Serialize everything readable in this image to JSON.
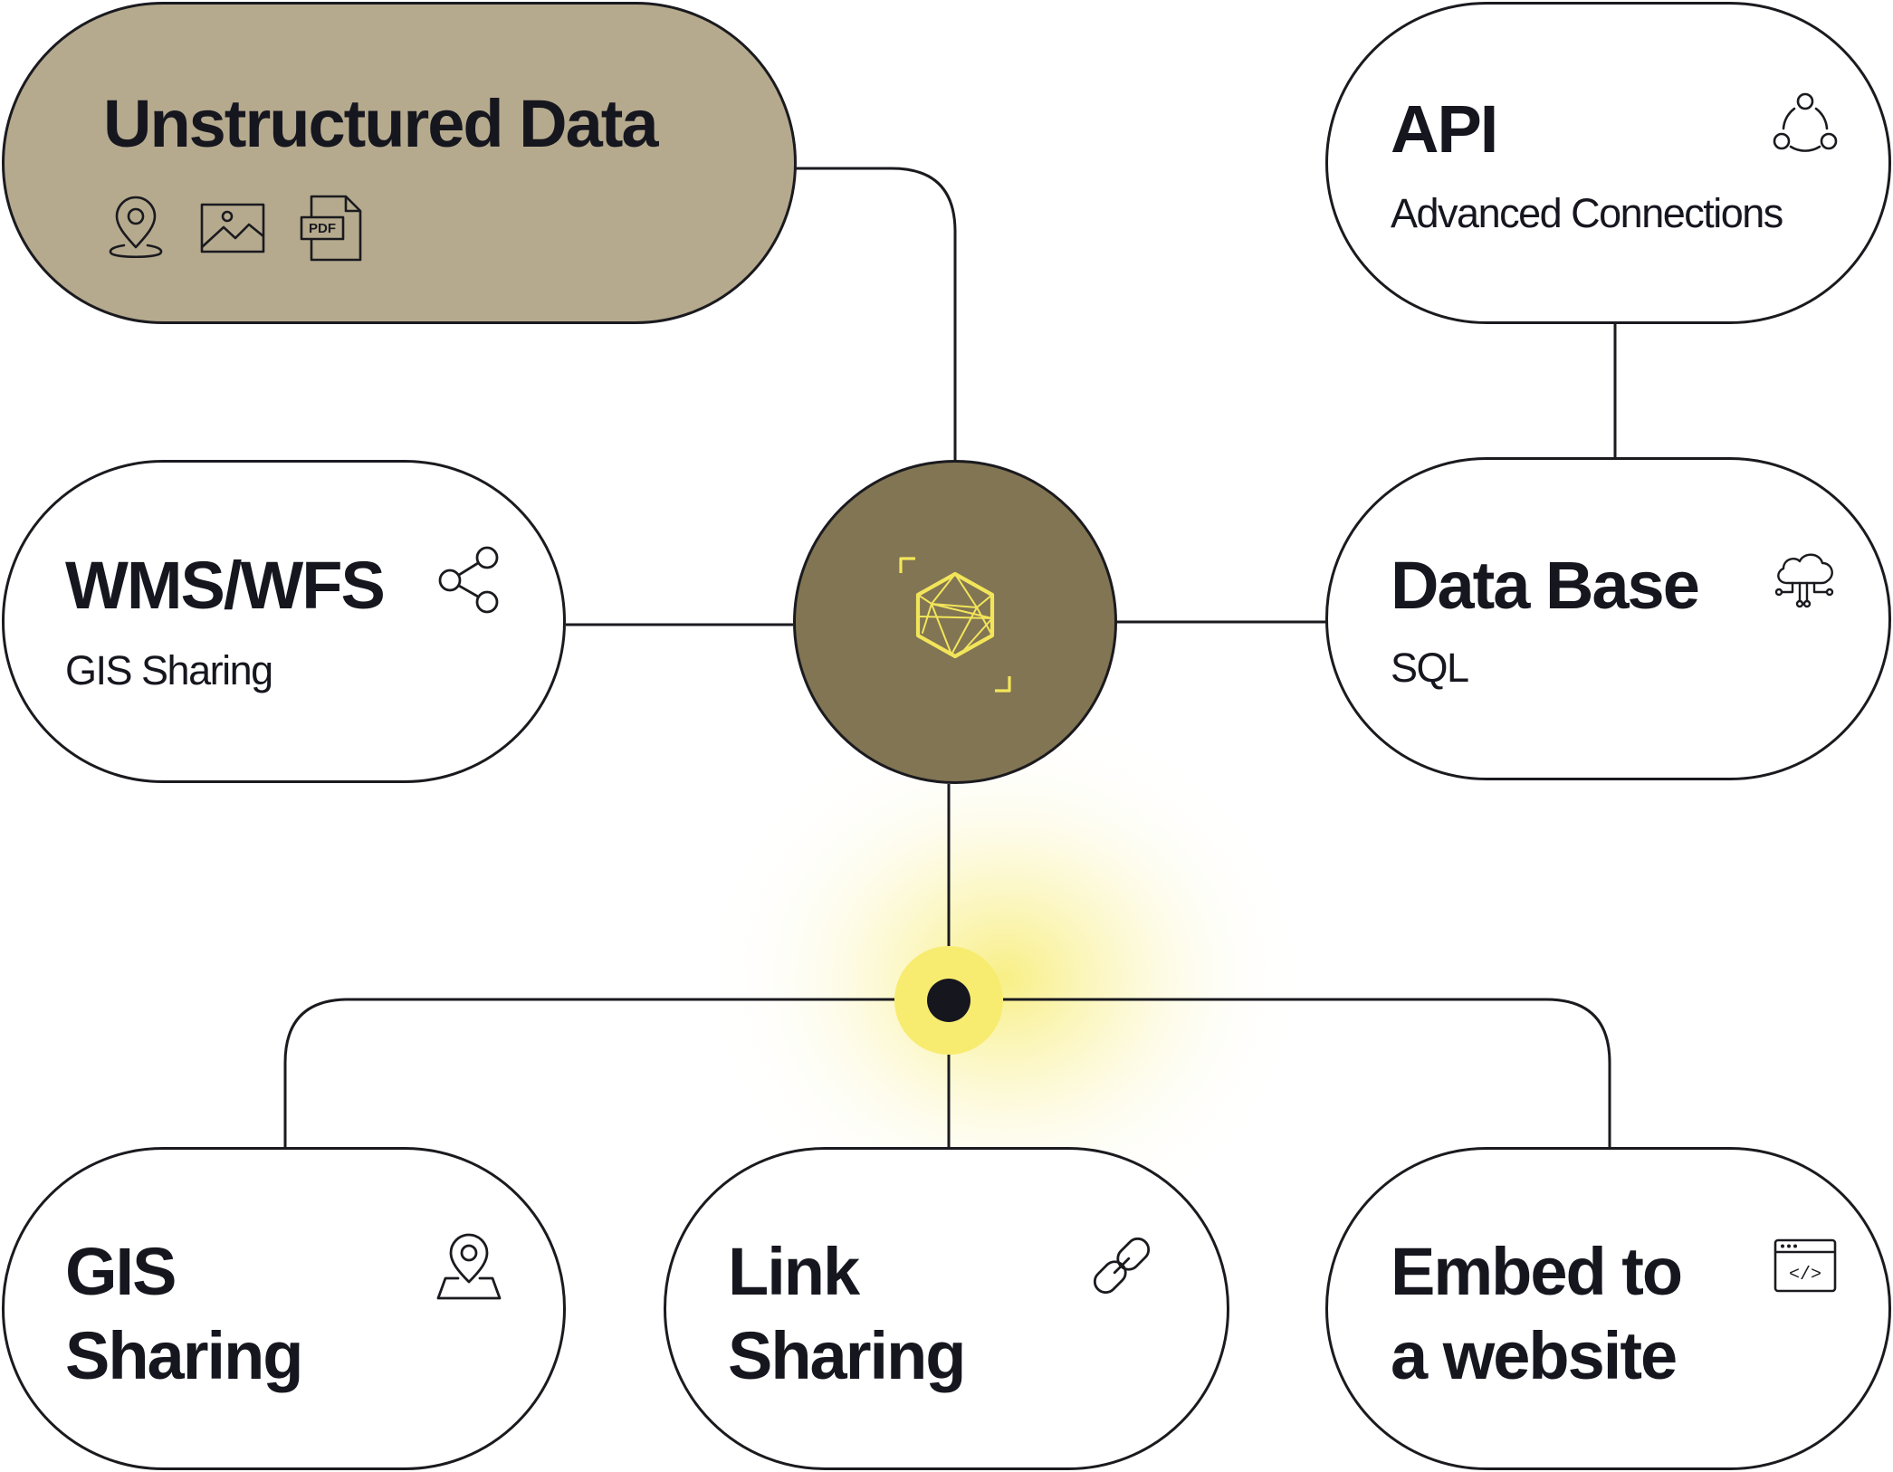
{
  "colors": {
    "outline": "#1a1a1f",
    "hub_fill": "#817553",
    "source_fill": "#b5aa8e",
    "accent_yellow": "#f7ec70",
    "text": "#16161f"
  },
  "hub": {
    "icon": "hexagon-network-scan-icon"
  },
  "nodes": {
    "unstructured": {
      "title": "Unstructured Data",
      "icons": [
        "map-pin-icon",
        "image-icon",
        "pdf-file-icon"
      ],
      "pdf_label": "PDF"
    },
    "api": {
      "title": "API",
      "subtitle": "Advanced Connections",
      "icon": "connections-cycle-icon"
    },
    "wms": {
      "title": "WMS/WFS",
      "subtitle": "GIS Sharing",
      "icon": "share-icon"
    },
    "database": {
      "title": "Data Base",
      "subtitle": "SQL",
      "icon": "cloud-network-icon"
    },
    "gis": {
      "title_line1": "GIS",
      "title_line2": "Sharing",
      "icon": "map-pin-icon"
    },
    "link": {
      "title_line1": "Link",
      "title_line2": "Sharing",
      "icon": "chain-link-icon"
    },
    "embed": {
      "title_line1": "Embed to",
      "title_line2": "a website",
      "icon": "code-window-icon",
      "code_label": "</>"
    }
  }
}
